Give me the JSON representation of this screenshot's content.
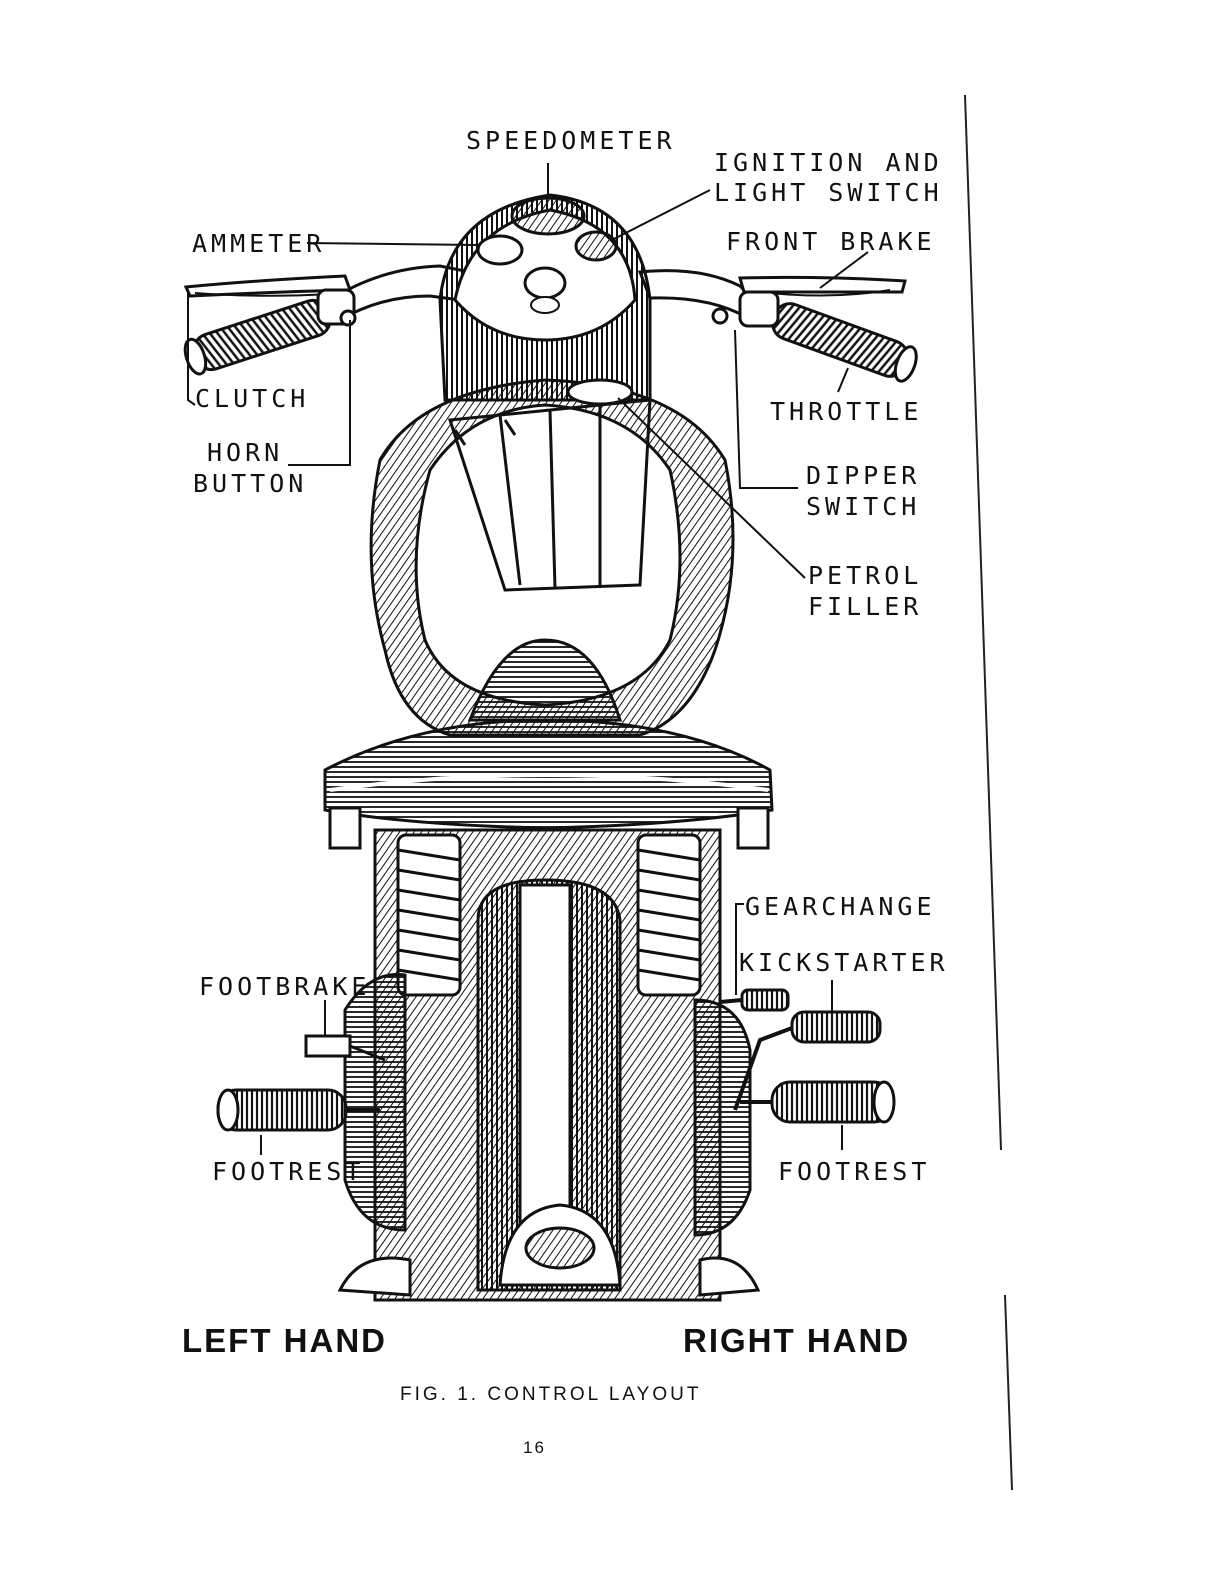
{
  "labels": {
    "speedometer": "SPEEDOMETER",
    "ignition_line1": "IGNITION AND",
    "ignition_line2": "LIGHT SWITCH",
    "ammeter": "AMMETER",
    "front_brake": "FRONT BRAKE",
    "clutch": "CLUTCH",
    "horn_line1": "HORN",
    "horn_line2": "BUTTON",
    "throttle": "THROTTLE",
    "dipper_line1": "DIPPER",
    "dipper_line2": "SWITCH",
    "petrol_line1": "PETROL",
    "petrol_line2": "FILLER",
    "gearchange": "GEARCHANGE",
    "kickstarter": "KICKSTARTER",
    "footbrake": "FOOTBRAKE",
    "footrest_left": "FOOTREST",
    "footrest_right": "FOOTREST"
  },
  "hands": {
    "left": "LEFT HAND",
    "right": "RIGHT HAND"
  },
  "caption": "FIG. 1.  CONTROL LAYOUT",
  "page_number": "16"
}
